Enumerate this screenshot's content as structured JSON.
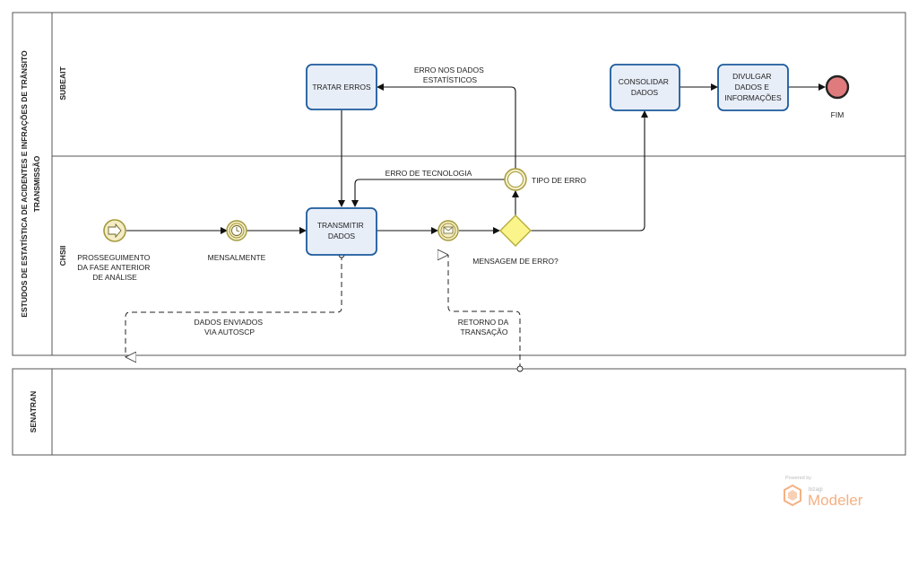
{
  "pools": {
    "main": {
      "title_line1": "ESTUDOS DE ESTATÍSTICA DE ACIDENTES E INFRAÇÕES DE TRÂNSITO",
      "title_line2": "TRANSMISSÃO",
      "lanes": {
        "subeait": "SUBEAIT",
        "chsii": "CHSII"
      }
    },
    "senatran": {
      "title": "SENATRAN"
    }
  },
  "tasks": {
    "tratar_erros": [
      "TRATAR ERROS"
    ],
    "transmitir_dados": [
      "TRANSMITIR",
      "DADOS"
    ],
    "consolidar_dados": [
      "CONSOLIDAR",
      "DADOS"
    ],
    "divulgar_dados": [
      "DIVULGAR",
      "DADOS E",
      "INFORMAÇÕES"
    ]
  },
  "events": {
    "start": [
      "PROSSEGUIMENTO",
      "DA FASE ANTERIOR",
      "DE ANÁLISE"
    ],
    "timer": [
      "MENSALMENTE"
    ],
    "error_event": [
      "TIPO DE ERRO"
    ],
    "end": [
      "FIM"
    ]
  },
  "gateways": {
    "mensagem_erro": [
      "MENSAGEM DE ERRO?"
    ]
  },
  "flow_labels": {
    "erro_dados": [
      "ERRO NOS DADOS",
      "ESTATÍSTICOS"
    ],
    "erro_tecnologia": [
      "ERRO DE TECNOLOGIA"
    ],
    "dados_enviados": [
      "DADOS ENVIADOS",
      "VIA AUTOSCP"
    ],
    "retorno": [
      "RETORNO DA",
      "TRANSAÇÃO"
    ]
  },
  "branding": {
    "powered_by": "Powered by",
    "brand": "bizagi",
    "product": "Modeler"
  },
  "colors": {
    "task_fill": "#e8eef8",
    "task_stroke": "#1c5a9c",
    "event_fill": "#f4ecc4",
    "event_stroke": "#a39a3c",
    "gateway_fill": "#fbf48a",
    "gateway_stroke": "#b5ad3a",
    "end_fill": "#e07b7d",
    "end_stroke": "#222222",
    "brand_orange": "#f4b183"
  }
}
